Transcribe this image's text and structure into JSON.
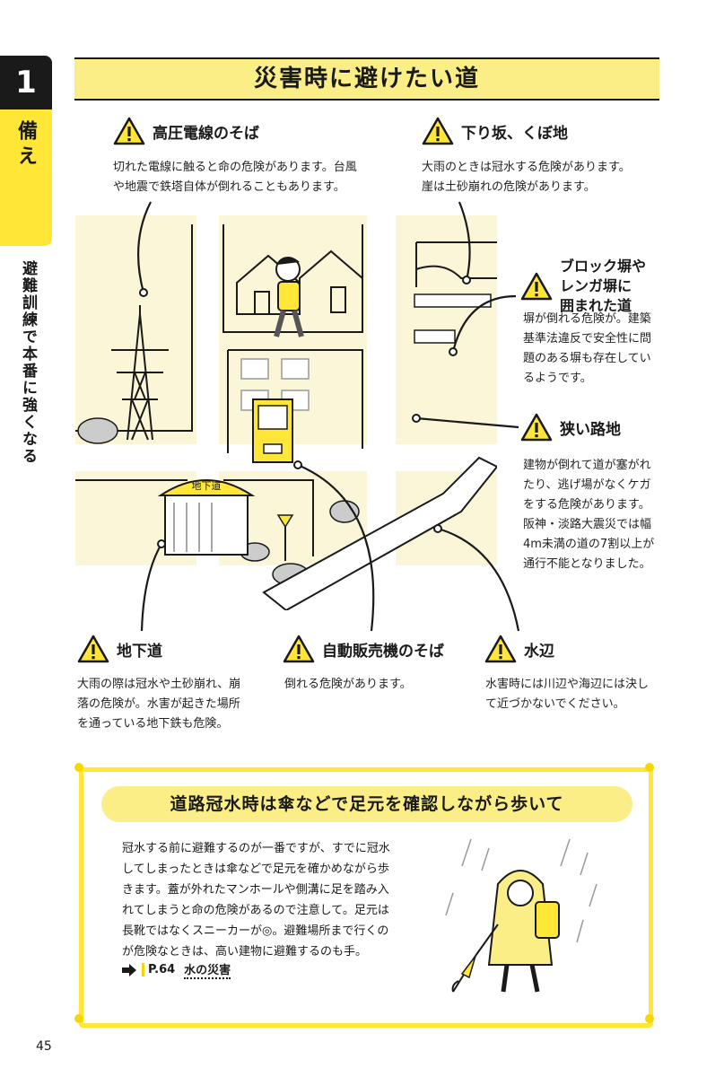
{
  "side_tab": {
    "number": "1",
    "label": "備え",
    "vertical_title": "避難訓練で本番に強くなる"
  },
  "title": "災害時に避けたい道",
  "hazards": {
    "power_lines": {
      "heading": "高圧電線のそば",
      "desc": [
        "切れた電線に触ると命の危険があります。台風",
        "や地震で鉄塔自体が倒れることもあります。"
      ]
    },
    "downhill": {
      "heading": "下り坂、くぼ地",
      "desc": [
        "大雨のときは冠水する危険があります。",
        "崖は土砂崩れの危険があります。"
      ]
    },
    "block_wall": {
      "heading_lines": [
        "ブロック塀や",
        "レンガ塀に",
        "囲まれた道"
      ],
      "desc": [
        "塀が倒れる危険が。建築",
        "基準法違反で安全性に問",
        "題のある塀も存在してい",
        "るようです。"
      ]
    },
    "narrow_alley": {
      "heading": "狭い路地",
      "desc": [
        "建物が倒れて道が塞がれ",
        "たり、逃げ場がなくケガ",
        "をする危険があります。",
        "阪神・淡路大震災では幅",
        "4m未満の道の7割以上が",
        "通行不能となりました。"
      ]
    },
    "underpass": {
      "heading": "地下道",
      "desc": [
        "大雨の際は冠水や土砂崩れ、崩",
        "落の危険が。水害が起きた場所",
        "を通っている地下鉄も危険。"
      ]
    },
    "vending_machine": {
      "heading": "自動販売機のそば",
      "desc": [
        "倒れる危険があります。"
      ]
    },
    "waterside": {
      "heading": "水辺",
      "desc": [
        "水害時には川辺や海辺には決し",
        "て近づかないでください。"
      ]
    }
  },
  "illustration": {
    "underpass_sign": "地下道"
  },
  "callout": {
    "title": "道路冠水時は傘などで足元を確認しながら歩いて",
    "body": [
      "冠水する前に避難するのが一番ですが、すでに冠水",
      "してしまったときは傘などで足元を確かめながら歩",
      "きます。蓋が外れたマンホールや側溝に足を踏み入",
      "れてしまうと命の危険があるので注意して。足元は",
      "長靴ではなくスニーカーが◎。避難場所まで行くの",
      "が危険なときは、高い建物に避難するのも手。"
    ],
    "reference": {
      "arrow_icon": "arrow-right-icon",
      "page": "P.64",
      "title": "水の災害"
    }
  },
  "page_number": "45",
  "colors": {
    "accent_yellow": "#ffe637",
    "pale_yellow": "#fbee86",
    "ink": "#1a1a1a",
    "illustration_bg": "#fbf6d8"
  }
}
